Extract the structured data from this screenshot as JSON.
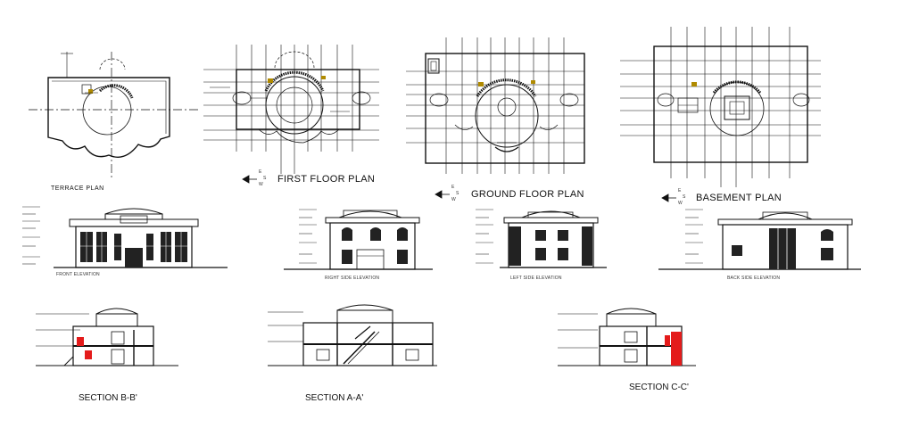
{
  "sheet": {
    "plans": {
      "terrace": "TERRACE  PLAN",
      "first_floor": "FIRST FLOOR PLAN",
      "ground_floor": "GROUND FLOOR PLAN",
      "basement": "BASEMENT  PLAN"
    },
    "elevations": {
      "front": "FRONT ELEVATION",
      "right": "RIGHT SIDE ELEVATION",
      "left": "LEFT SIDE ELEVATION",
      "back": "BACK SIDE ELEVATION"
    },
    "sections": {
      "bb": "SECTION B-B'",
      "aa": "SECTION A-A'",
      "cc": "SECTION C-C'"
    },
    "compass": {
      "e": "E",
      "s": "S",
      "w": "W"
    }
  }
}
